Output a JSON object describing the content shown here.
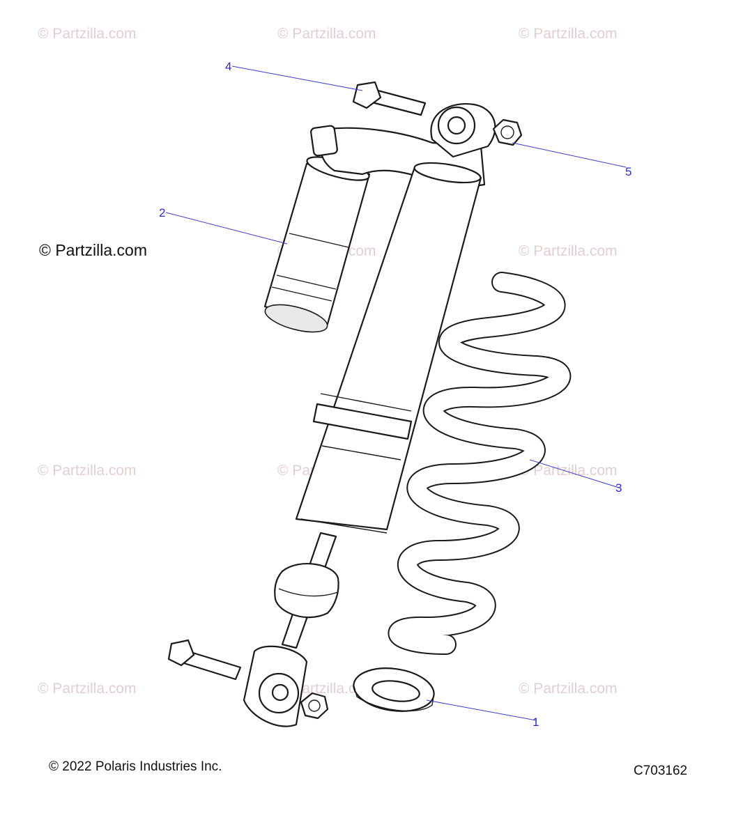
{
  "watermark_text": "© Partzilla.com",
  "brand_label": "© Partzilla.com",
  "copyright": "© 2022 Polaris Industries Inc.",
  "diagram_code": "C703162",
  "callouts": [
    {
      "number": "1"
    },
    {
      "number": "2"
    },
    {
      "number": "3"
    },
    {
      "number": "4"
    },
    {
      "number": "5"
    }
  ],
  "colors": {
    "callout": "#2a2ad8",
    "watermark": "#e2cfcf",
    "line_art": "#1a1a1a"
  }
}
